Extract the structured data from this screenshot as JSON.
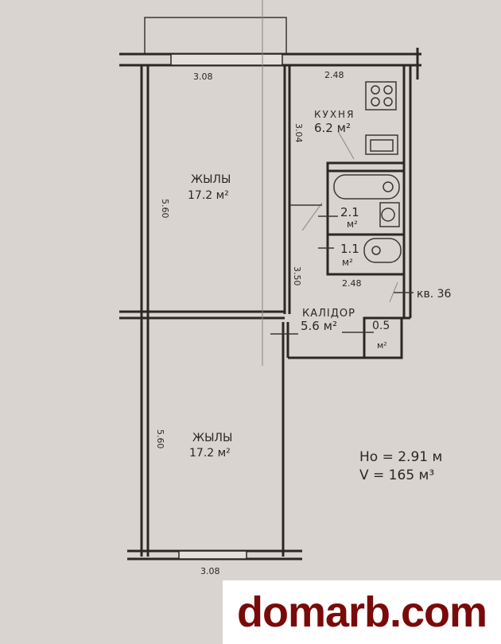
{
  "rooms": {
    "living1": {
      "name": "ЖЫЛЫ",
      "area": "17.2 м²"
    },
    "living2": {
      "name": "ЖЫЛЫ",
      "area": "17.2 м²"
    },
    "kitchen": {
      "name": "КУХНЯ",
      "area": "6.2 м²"
    },
    "bath": {
      "area": "2.1",
      "unit": "м²"
    },
    "wc": {
      "area": "1.1",
      "unit": "м²"
    },
    "corridor": {
      "name": "КАЛІДОР",
      "area": "5.6 м²"
    },
    "closet": {
      "area": "0.5",
      "unit": "м²"
    }
  },
  "dimensions": {
    "top_left": "3.08",
    "top_right": "2.48",
    "left_upper": "5.60",
    "left_lower": "5.60",
    "kitchen_side": "3.04",
    "corridor_side": "3.50",
    "bath_bottom": "2.48",
    "bottom": "3.08"
  },
  "apartment_label": "кв. 36",
  "height_note": "Hо = 2.91 м",
  "volume_note": "V = 165 м³",
  "watermark": {
    "text": "domarb.com",
    "color": "#7a0a0a"
  }
}
